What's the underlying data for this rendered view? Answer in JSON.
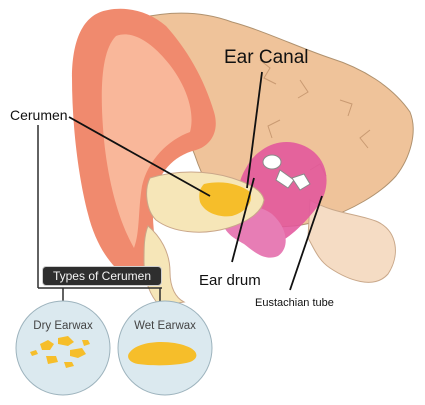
{
  "labels": {
    "ear_canal": "Ear Canal",
    "cerumen": "Cerumen",
    "ear_drum": "Ear drum",
    "eustachian_tube": "Eustachian tube",
    "types_of_cerumen": "Types of Cerumen",
    "dry_earwax": "Dry Earwax",
    "wet_earwax": "Wet Earwax"
  },
  "colors": {
    "skin": "#f08a6e",
    "skin_light": "#f9b79a",
    "bone": "#efc39a",
    "cartilage": "#f6e6b8",
    "wax": "#f6be2a",
    "pink": "#e2559c",
    "circle": "#dbe9ef",
    "tube": "#f5dcc4"
  }
}
